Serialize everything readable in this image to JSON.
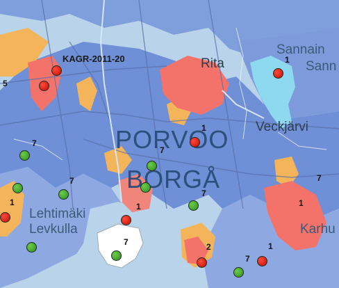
{
  "map": {
    "labels": {
      "city_fi": "PORVOO",
      "city_sv": "BORGÅ",
      "survey_code": "KAGR-2011-20",
      "rita": "Rita",
      "sannainen_fi": "Sannain",
      "sannainen_sv": "Sann",
      "veckjarvi": "Veckjärvi",
      "lehtimaki": "Lehtimäki",
      "levkulla": "Levkulla",
      "karhu": "Karhu"
    },
    "numbers": {
      "n1": "5",
      "n2": "7",
      "n3": "7",
      "n4": "7",
      "n5": "1",
      "n6": "7",
      "n7": "1",
      "n8": "7",
      "n9": "2",
      "n10": "1",
      "n11": "7",
      "n12": "1",
      "n13": "1",
      "n14": "7",
      "n15": "1"
    },
    "colors": {
      "water": "#b9d3ea",
      "low_zone": "#6f8fd6",
      "mid_zone": "#8ea9e2",
      "high_zone": "#f3736a",
      "orange_zone": "#f4b45a",
      "cyan_zone": "#8fd9f0",
      "marker_green": "#3a9a2a",
      "marker_red": "#d41410"
    }
  }
}
